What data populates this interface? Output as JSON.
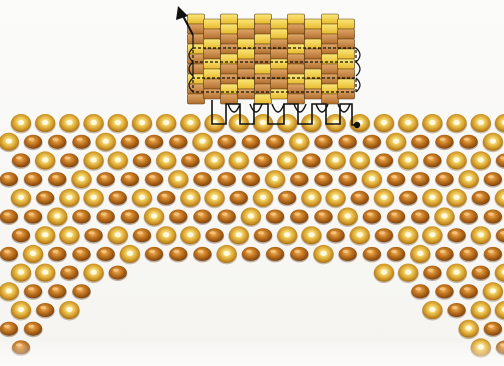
{
  "diagram": {
    "colors": {
      "background": "#f6f5f1",
      "bead_gold": "#d9a12a",
      "bead_gold_center": "#fff2b0",
      "bead_bronze": "#b56a1c",
      "bead_bronze_dark": "#7a3f0c",
      "swatch_yellow": "#f3d44a",
      "swatch_tan": "#c98a45",
      "thread": "#1a1a1a"
    },
    "elements": {
      "arrow": "thread-direction-arrow",
      "start_point": "thread-start-dot",
      "swatch": "peyote-stitch-swatch",
      "bead_field": "bead-pattern-field"
    }
  }
}
